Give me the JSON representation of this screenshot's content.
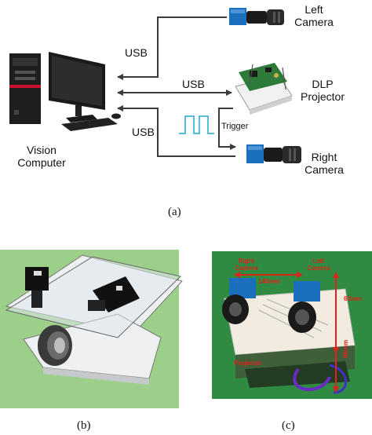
{
  "diagram_a": {
    "computer_label": [
      "Vision",
      "Computer"
    ],
    "usb_labels": [
      "USB",
      "USB",
      "USB"
    ],
    "trigger_label": "Trigger",
    "left_camera_label": [
      "Left",
      "Camera"
    ],
    "dlp_label": [
      "DLP",
      "Projector"
    ],
    "right_camera_label": [
      "Right",
      "Camera"
    ],
    "caption": "(a)"
  },
  "panel_b": {
    "caption": "(b)"
  },
  "panel_c": {
    "caption": "(c)",
    "right_camera_label": [
      "Right",
      "Camera"
    ],
    "left_camera_label": [
      "Left",
      "Camera"
    ],
    "width_label": "140mm",
    "height_label": "63mm",
    "depth_label": "96mm",
    "projector_label": "Projector"
  },
  "colors": {
    "arrow": "#3a3a3a",
    "trigger_signal": "#3fb8d8",
    "annotation": "#e0241b",
    "camera_blue": "#1b6fbd"
  }
}
